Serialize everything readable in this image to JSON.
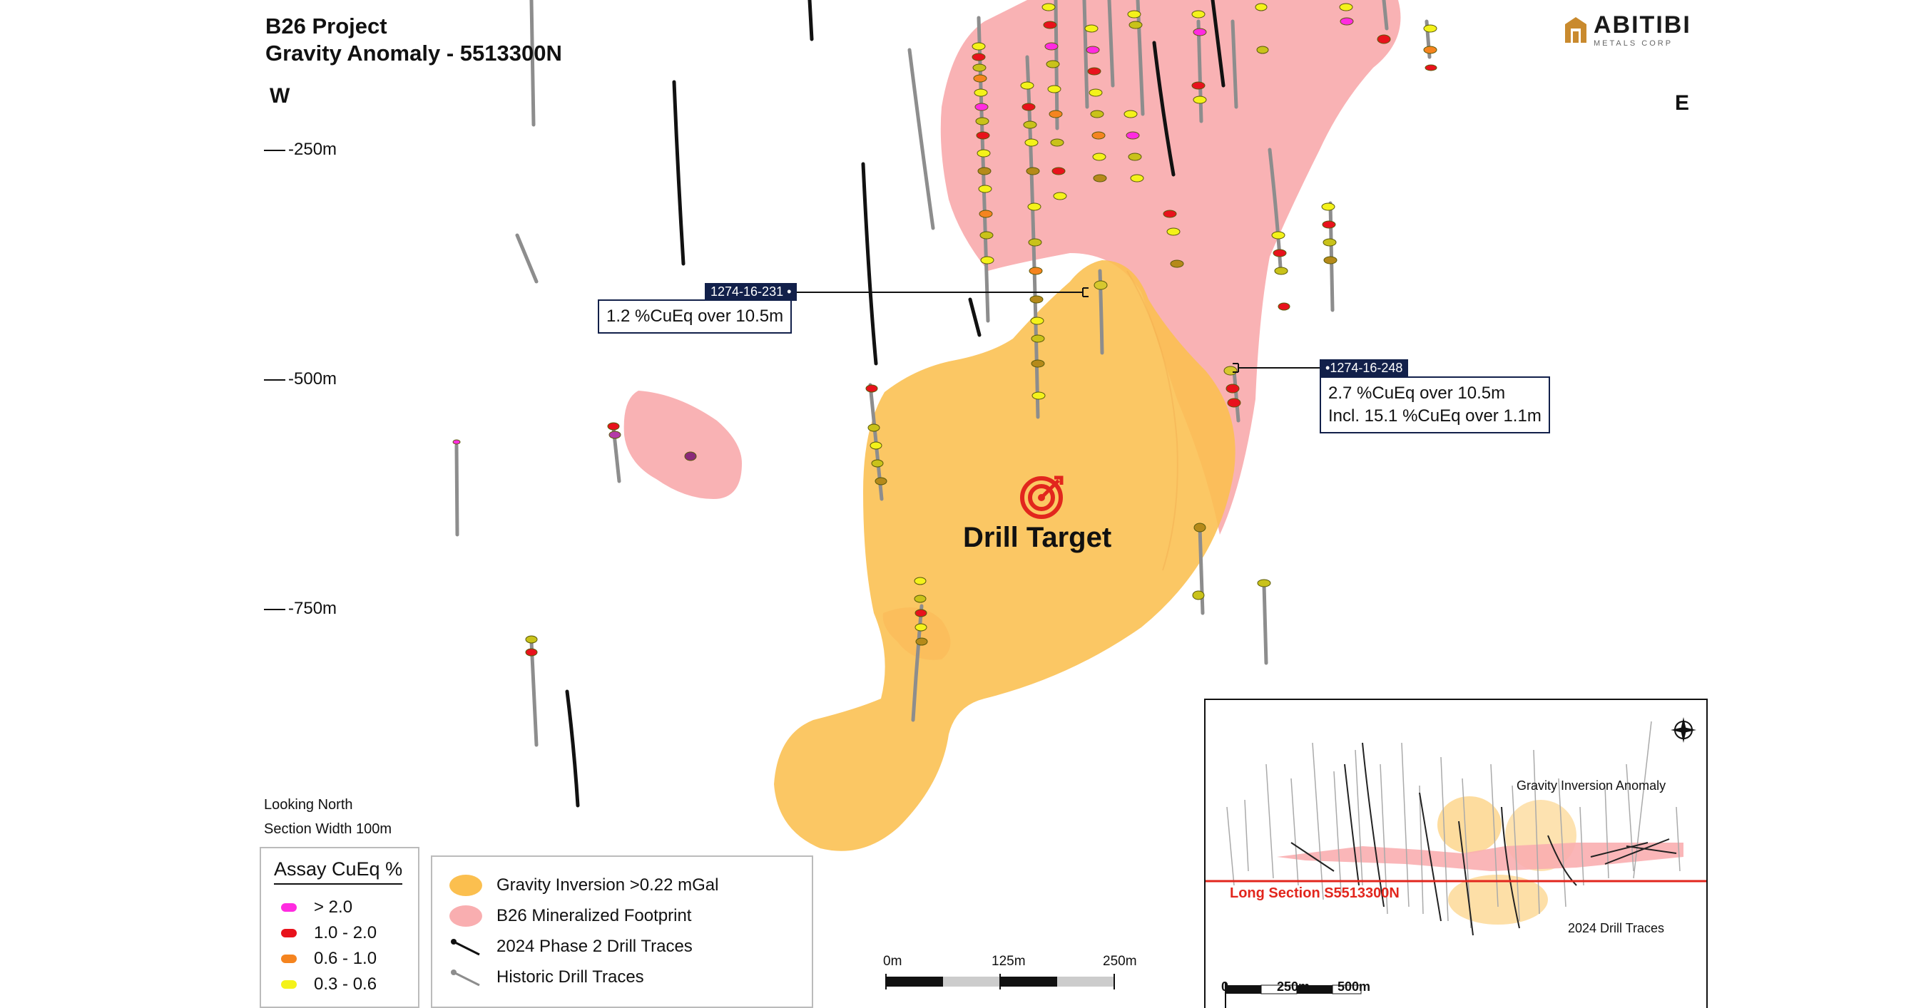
{
  "header": {
    "title_line1": "B26 Project",
    "title_line2": "Gravity Anomaly - 5513300N",
    "west": "W",
    "east": "E"
  },
  "logo": {
    "name": "ABITIBI",
    "subtitle": "METALS CORP",
    "accent": "#c98a2e"
  },
  "depth_labels": [
    "-250m",
    "-500m",
    "-750m"
  ],
  "callouts": [
    {
      "id": "1274-16-231",
      "text": "1.2 %CuEq over 10.5m"
    },
    {
      "id": "1274-16-248",
      "line1": "2.7 %CuEq over 10.5m",
      "line2": "Incl. 15.1 %CuEq over 1.1m"
    }
  ],
  "target": {
    "label": "Drill Target",
    "color": "#e2261d"
  },
  "notes": {
    "line1": "Looking North",
    "line2": "Section Width 100m"
  },
  "assay_legend": {
    "title": "Assay CuEq %",
    "items": [
      {
        "label": "> 2.0",
        "color": "#ff2be0"
      },
      {
        "label": "1.0 - 2.0",
        "color": "#e8121c"
      },
      {
        "label": "0.6 - 1.0",
        "color": "#f5841f"
      },
      {
        "label": "0.3 - 0.6",
        "color": "#f4f21a"
      }
    ]
  },
  "layer_legend": {
    "items": [
      {
        "label": "Gravity Inversion >0.22 mGal",
        "color": "#fbbf4f"
      },
      {
        "label": "B26 Mineralized Footprint",
        "color": "#f9aeb0"
      },
      {
        "label": "2024 Phase 2 Drill Traces",
        "color": "#111111"
      },
      {
        "label": "Historic Drill Traces",
        "color": "#8d8d8d"
      }
    ]
  },
  "scale_bar": {
    "labels": [
      "0m",
      "125m",
      "250m"
    ]
  },
  "inset": {
    "label_gravity": "Gravity Inversion Anomaly",
    "label_section": "Long Section S5513300N",
    "label_traces": "2024 Drill Traces",
    "scale_labels": [
      "0",
      "250m",
      "500m"
    ],
    "section_color": "#e2261d"
  }
}
